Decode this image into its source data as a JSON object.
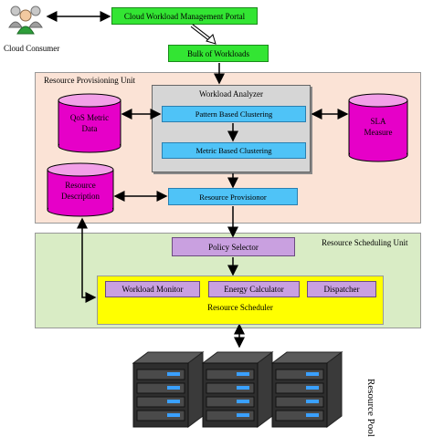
{
  "consumer": {
    "label": "Cloud Consumer"
  },
  "portal": {
    "label": "Cloud Workload Management Portal"
  },
  "bulk": {
    "label": "Bulk of Workloads"
  },
  "rpu": {
    "title": "Resource Provisioning  Unit",
    "analyzer": {
      "title": "Workload Analyzer",
      "pattern": "Pattern Based Clustering",
      "metric": "Metric Based Clustering"
    },
    "qos": {
      "line1": "QoS Metric",
      "line2": "Data"
    },
    "sla": {
      "line1": "SLA",
      "line2": "Measure"
    },
    "resdesc": {
      "line1": "Resource",
      "line2": "Description"
    },
    "provisioner": "Resource Provisionor"
  },
  "rsu": {
    "title": "Resource Scheduling Unit",
    "policy": "Policy Selector",
    "monitor": "Workload Monitor",
    "energy": "Energy Calculator",
    "dispatcher": "Dispatcher",
    "scheduler": "Resource Scheduler"
  },
  "pool": {
    "label": "Resource Pool"
  },
  "colors": {
    "green": "#33e533",
    "blue": "#4fc3f7",
    "magenta": "#e600c8",
    "peach": "#fbe3d6",
    "lightgreen": "#d9ecc5",
    "yellow": "#ffff00"
  }
}
